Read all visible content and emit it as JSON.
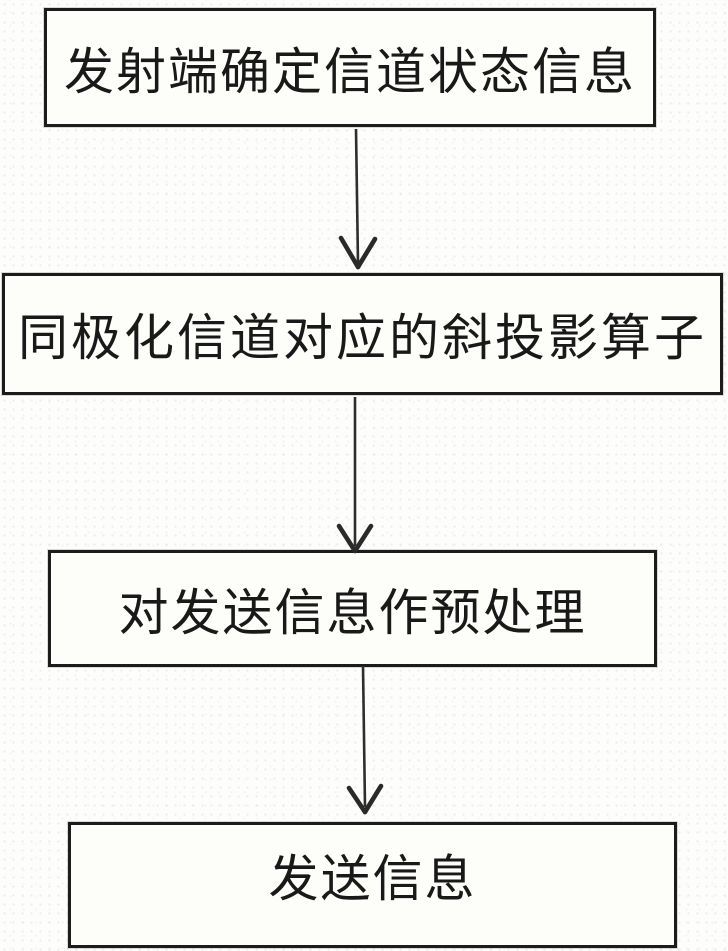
{
  "figure": {
    "type": "flowchart",
    "steps": [
      {
        "id": 1,
        "label": "发射端确定信道状态信息"
      },
      {
        "id": 2,
        "label": "同极化信道对应的斜投影算子"
      },
      {
        "id": 3,
        "label": "对发送信息作预处理"
      },
      {
        "id": 4,
        "label": "发送信息"
      }
    ],
    "connections": [
      {
        "from": 1,
        "to": 2
      },
      {
        "from": 2,
        "to": 3
      },
      {
        "from": 3,
        "to": 4
      }
    ],
    "colors": {
      "box_border": "#1c1c1c",
      "text": "#191919",
      "background": "#fdfdfb",
      "arrow": "#2e2e2e"
    }
  }
}
